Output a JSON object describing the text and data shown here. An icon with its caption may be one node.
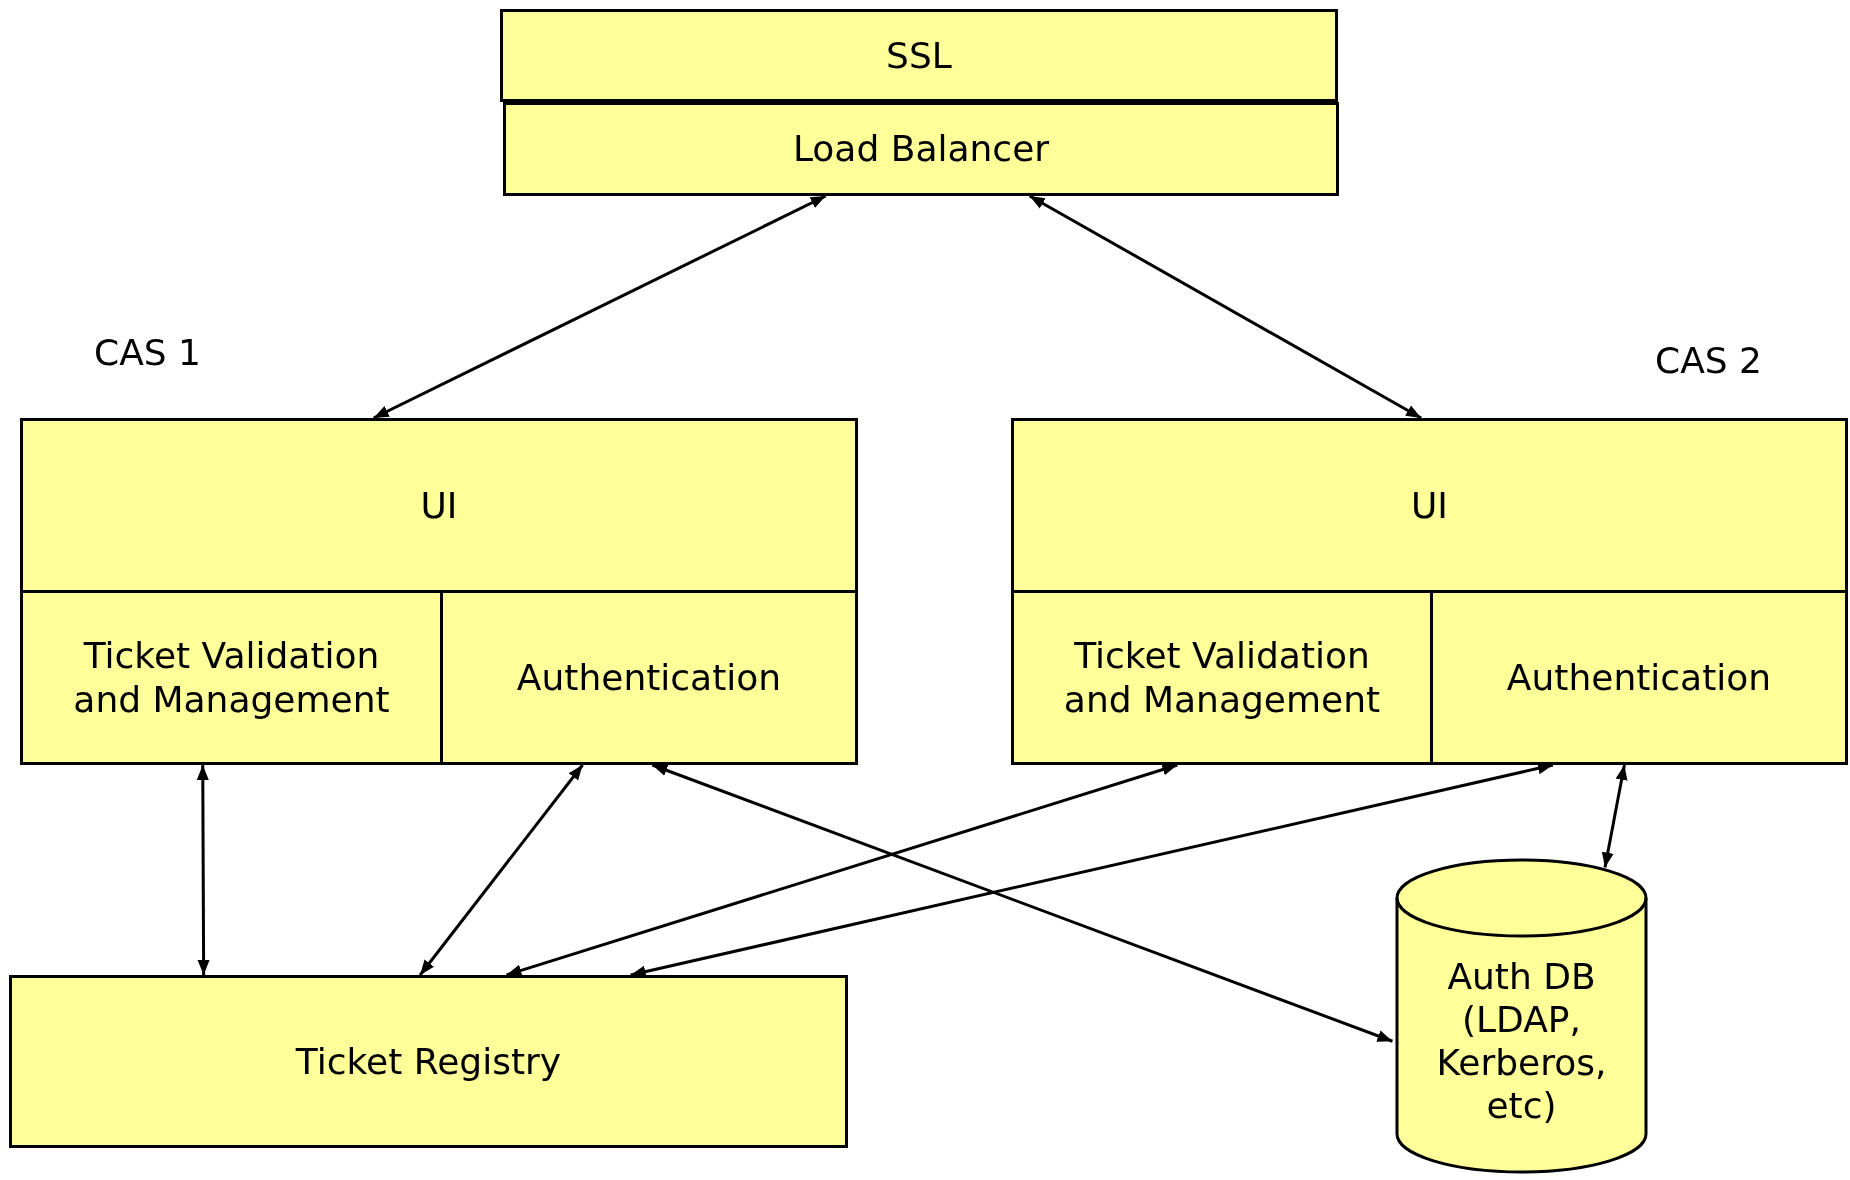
{
  "diagram": {
    "nodes": [
      {
        "text": [
          "SSL"
        ]
      },
      {
        "text": [
          "Load Balancer"
        ]
      },
      {
        "text": [
          "UI"
        ]
      },
      {
        "text": [
          "Ticket Validation and Management"
        ]
      },
      {
        "text": [
          "Authentication"
        ]
      },
      {
        "text": [
          "UI"
        ]
      },
      {
        "text": [
          "Ticket Validation and Management"
        ]
      },
      {
        "text": [
          "Authentication"
        ]
      },
      {
        "text": [
          "Ticket Registry"
        ]
      },
      {
        "text": [
          "Auth DB (LDAP, Kerberos, etc)"
        ]
      }
    ],
    "edges": [
      {
        "from": 1,
        "to": 2,
        "arrow": "both"
      },
      {
        "from": 1,
        "to": 5,
        "arrow": "both"
      },
      {
        "from": 3,
        "to": 8,
        "arrow": "both"
      },
      {
        "from": 4,
        "to": 8,
        "arrow": "both"
      },
      {
        "from": 4,
        "to": 9,
        "arrow": "both"
      },
      {
        "from": 6,
        "to": 8,
        "arrow": "both"
      },
      {
        "from": 7,
        "to": 8,
        "arrow": "both"
      },
      {
        "from": 7,
        "to": 9,
        "arrow": "both"
      }
    ],
    "labels": [
      "CAS 1",
      "CAS 2"
    ]
  }
}
